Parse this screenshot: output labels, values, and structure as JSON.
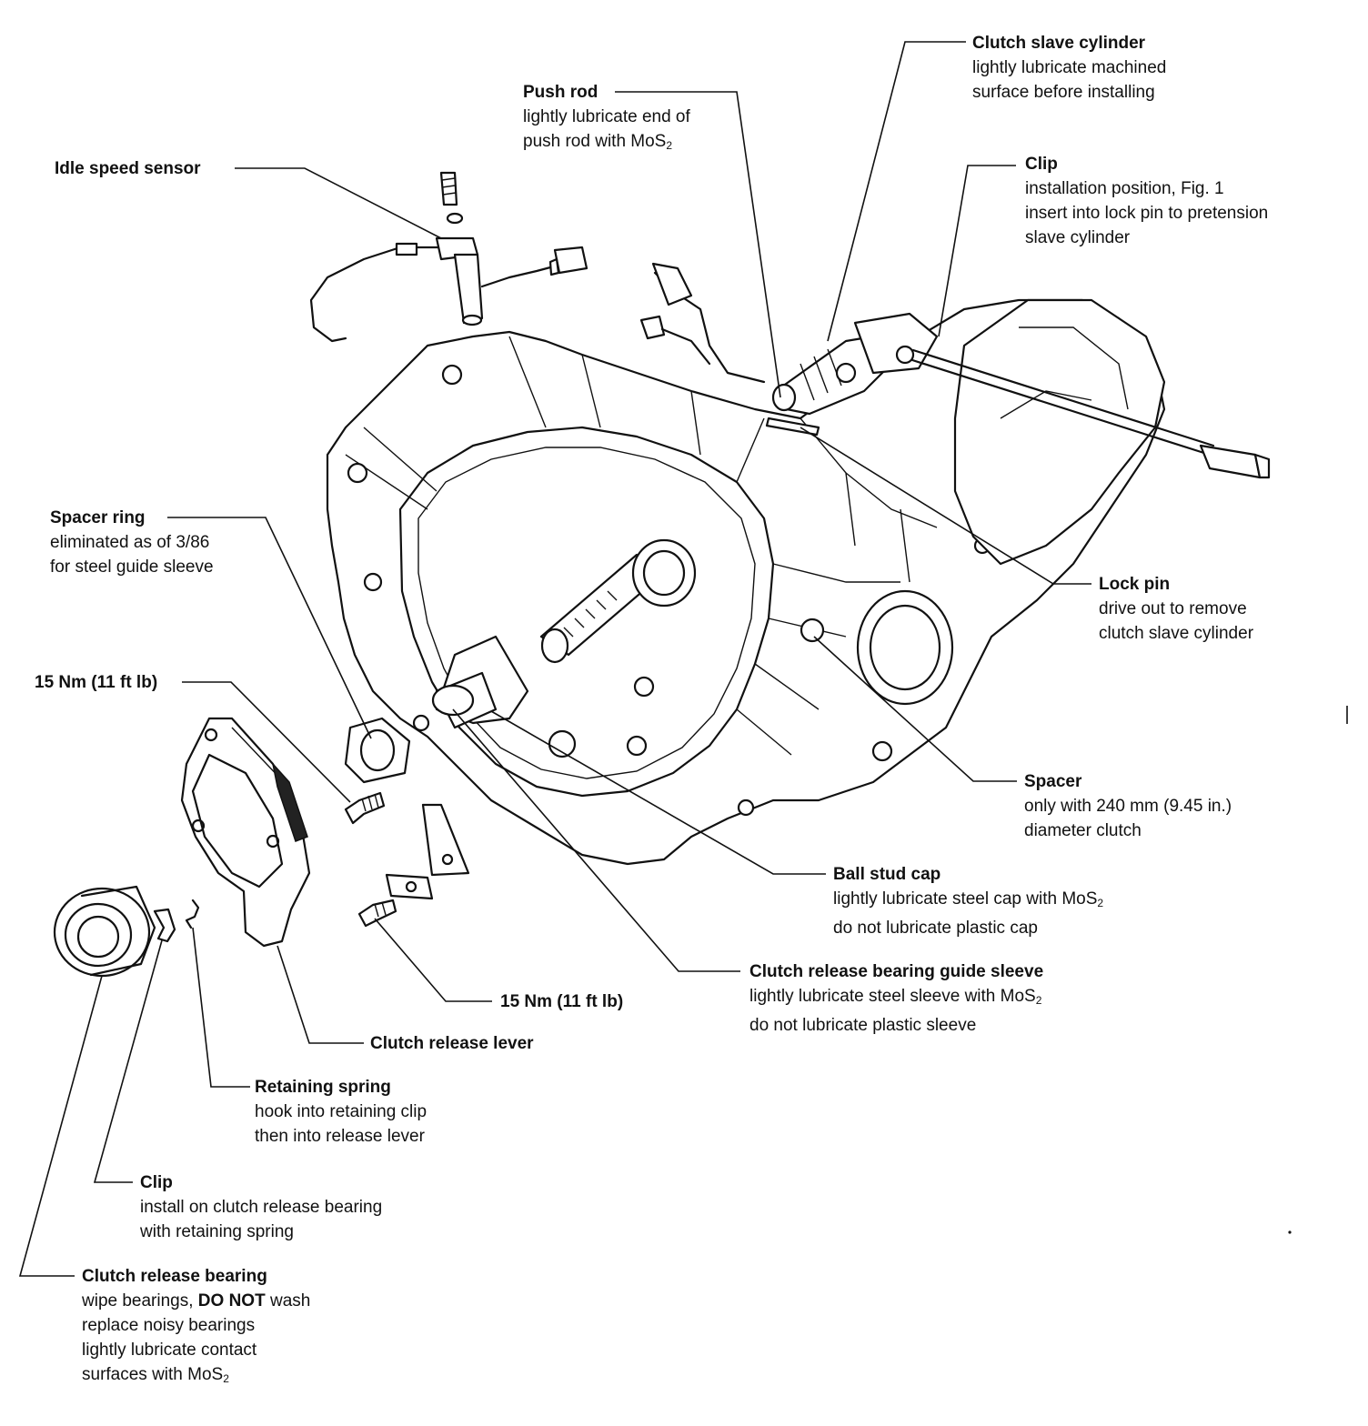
{
  "callouts": {
    "idle_speed_sensor": {
      "title": "Idle speed sensor"
    },
    "push_rod": {
      "title": "Push rod",
      "line1": "lightly lubricate end of",
      "line2_pre": "push rod with MoS",
      "line2_sub": "2"
    },
    "clutch_slave_cylinder": {
      "title": "Clutch slave cylinder",
      "line1": "lightly lubricate machined",
      "line2": "surface before installing"
    },
    "clip_top": {
      "title": "Clip",
      "line1": "installation position, Fig. 1",
      "line2": "insert into lock pin to pretension",
      "line3": "slave cylinder"
    },
    "spacer_ring": {
      "title": "Spacer ring",
      "line1": "eliminated as of 3/86",
      "line2": "for steel guide sleeve"
    },
    "lock_pin": {
      "title": "Lock pin",
      "line1": "drive out to remove",
      "line2": "clutch slave cylinder"
    },
    "torque_upper": {
      "title": "15 Nm (11 ft lb)"
    },
    "spacer": {
      "title": "Spacer",
      "line1": "only with 240 mm (9.45 in.)",
      "line2": "diameter clutch"
    },
    "ball_stud_cap": {
      "title": "Ball stud cap",
      "line1_pre": "lightly lubricate steel cap with MoS",
      "line1_sub": "2",
      "line2": "do not lubricate plastic cap"
    },
    "guide_sleeve": {
      "title": "Clutch release bearing guide sleeve",
      "line1_pre": "lightly lubricate steel sleeve with MoS",
      "line1_sub": "2",
      "line2": "do not lubricate plastic sleeve"
    },
    "torque_lower": {
      "title": "15 Nm (11 ft lb)"
    },
    "clutch_release_lever": {
      "title": "Clutch release lever"
    },
    "retaining_spring": {
      "title": "Retaining spring",
      "line1": "hook into retaining clip",
      "line2": "then into release lever"
    },
    "clip_bottom": {
      "title": "Clip",
      "line1": "install on clutch release bearing",
      "line2": "with retaining spring"
    },
    "clutch_release_bearing": {
      "title": "Clutch release bearing",
      "line1_a": "wipe bearings, ",
      "line1_b": "DO NOT",
      "line1_c": " wash",
      "line2": "replace noisy bearings",
      "line3": "lightly lubricate contact",
      "line4_pre": "surfaces with MoS",
      "line4_sub": "2"
    }
  },
  "colors": {
    "ink": "#111111",
    "paper": "#ffffff"
  }
}
